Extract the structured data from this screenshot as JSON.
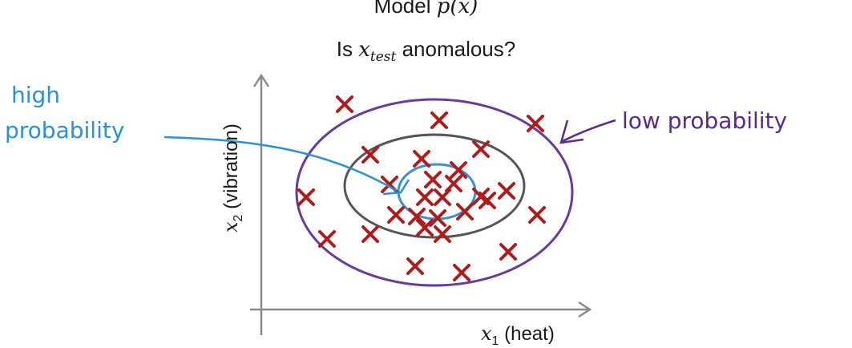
{
  "title": {
    "model_prefix": "Model ",
    "model_expr": "p(x)",
    "question_prefix": "Is ",
    "question_var": "x",
    "question_sub": "test",
    "question_suffix": " anomalous?"
  },
  "annotations": {
    "high_line1": "high",
    "high_line2": "probability",
    "low": "low probability"
  },
  "axes": {
    "x_var": "x",
    "x_sub": "1",
    "x_text": " (heat)",
    "y_var": "x",
    "y_sub": "2",
    "y_text": " (vibration)"
  },
  "colors": {
    "marker": "#b01c1c",
    "outer_contour": "#6a3a9a",
    "middle_contour": "#555555",
    "inner_contour": "#3a8fd8",
    "high_annotation": "#2a90d8",
    "low_annotation": "#5a2a8a",
    "axes": "#888888"
  }
}
